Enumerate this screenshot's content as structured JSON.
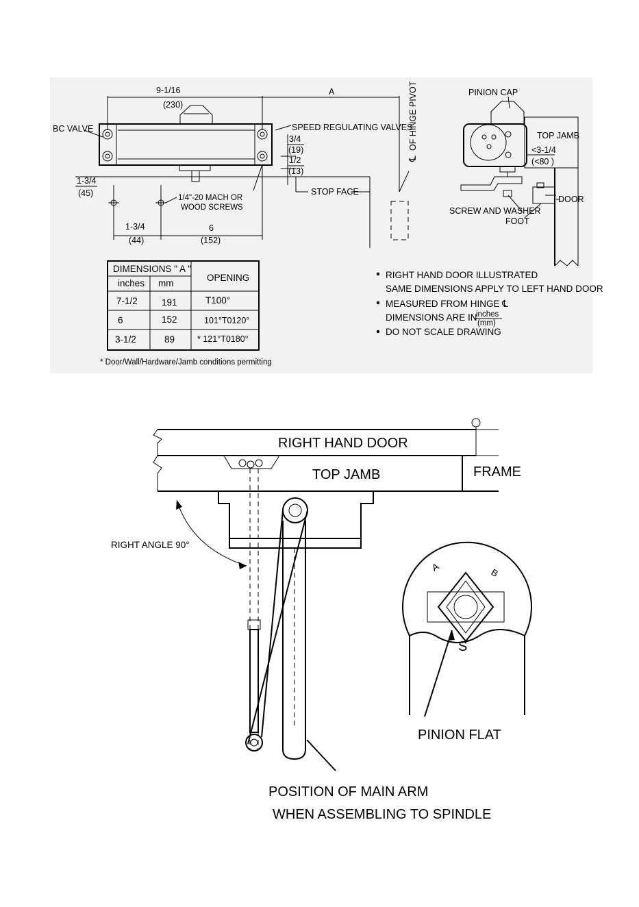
{
  "top": {
    "dim_9_1_16": "9-1/16",
    "dim_230": "(230)",
    "dim_A": "A",
    "bc_valve": "BC VALVE",
    "speed_valves": "SPEED REGULATING VALVES",
    "dim_3_4": "3/4",
    "dim_19": "(19)",
    "dim_1_2": "1/2",
    "dim_13": "(13)",
    "hinge_pivot": "OF HINGE PIVOT",
    "centerline": "℄",
    "dim_1_3_4": "1-3/4",
    "dim_45": "(45)",
    "screws_1": "1/4\"-20 MACH OR",
    "screws_2": "WOOD SCREWS",
    "stop_face": "STOP FACE",
    "dim_1_3_4b": "1-3/4",
    "dim_44": "(44)",
    "dim_6": "6",
    "dim_152": "(152)",
    "pinion_cap": "PINION CAP",
    "top_jamb": "TOP JAMB",
    "dim_3_1_4": "<3-1/4",
    "dim_80": "(<80 )",
    "door": "DOOR",
    "screw_washer": "SCREW AND WASHER",
    "foot": "FOOT"
  },
  "table": {
    "header": "DIMENSIONS \" A \"",
    "col_inches": "inches",
    "col_mm": "mm",
    "col_opening": "OPENING",
    "rows": [
      {
        "inches": "7-1/2",
        "mm": "191",
        "opening": "T100°"
      },
      {
        "inches": "6",
        "mm": "152",
        "opening": "101°T0120°"
      },
      {
        "inches": "3-1/2",
        "mm": "89",
        "opening": "* 121°T0180°"
      }
    ],
    "footnote": "* Door/Wall/Hardware/Jamb conditions permitting"
  },
  "notes": {
    "n1a": "RIGHT HAND DOOR ILLUSTRATED",
    "n1b": "SAME DIMENSIONS APPLY TO LEFT HAND DOOR",
    "n2a": "MEASURED FROM HINGE ℄",
    "n2b": "DIMENSIONS ARE IN",
    "n2_num": "inches",
    "n2_den": "(mm)",
    "n3": "DO NOT SCALE DRAWING"
  },
  "bottom": {
    "right_hand_door": "RIGHT HAND DOOR",
    "top_jamb": "TOP JAMB",
    "frame": "FRAME",
    "right_angle": "RIGHT ANGLE 90°",
    "pinion_flat": "PINION FLAT",
    "letter_s": "S",
    "main_arm_1": "POSITION OF MAIN ARM",
    "main_arm_2": "WHEN ASSEMBLING TO SPINDLE"
  }
}
